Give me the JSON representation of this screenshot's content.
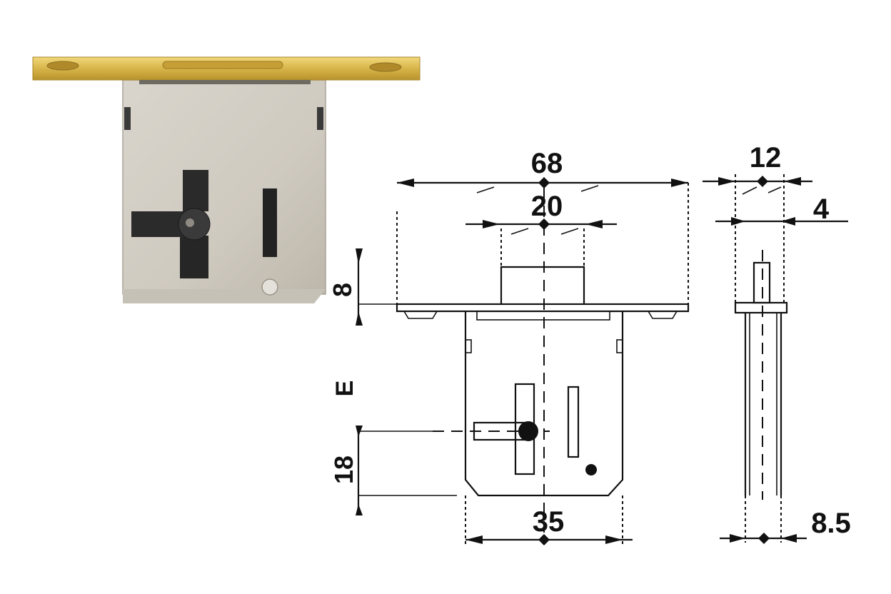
{
  "colors": {
    "brass": "#d8b54a",
    "steel": "#cfcac0",
    "line": "#111111"
  },
  "dimensions": {
    "overall_width": "68",
    "strip_width": "20",
    "faceplate_thickness": "12",
    "body_thickness": "4",
    "top_offset": "8",
    "vertical_letter": "E",
    "key_offset": "18",
    "case_width": "35",
    "side_offset": "8.5"
  }
}
